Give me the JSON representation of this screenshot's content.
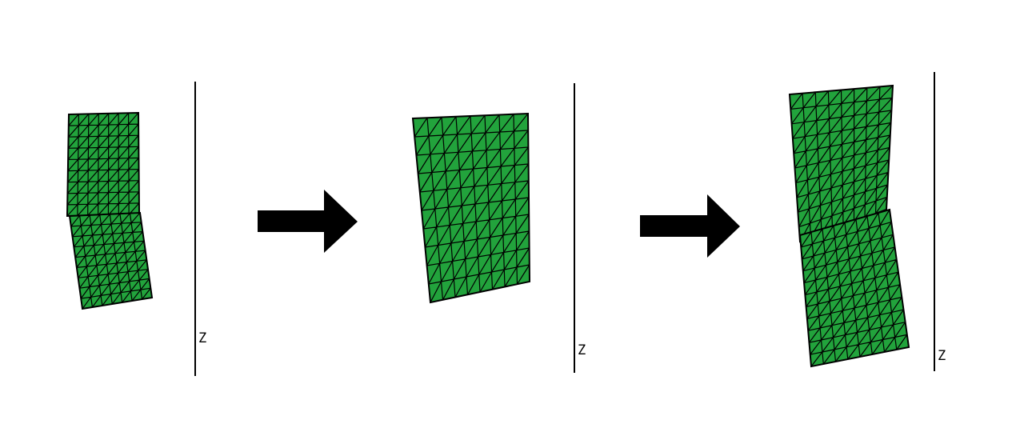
{
  "colors": {
    "background": "#ffffff",
    "mesh_fill": "#22a33c",
    "mesh_stroke": "#000000",
    "arrow": "#000000",
    "axis": "#000000"
  },
  "axis_label": "Z",
  "panels": [
    {
      "name": "panel-initial-two-segments",
      "segments": 2
    },
    {
      "name": "panel-merged-single-segment",
      "segments": 1
    },
    {
      "name": "panel-extended-segments",
      "segments": 2
    }
  ],
  "arrows": [
    {
      "name": "arrow-step-1",
      "icon": "right-arrow-icon"
    },
    {
      "name": "arrow-step-2",
      "icon": "right-arrow-icon"
    }
  ]
}
